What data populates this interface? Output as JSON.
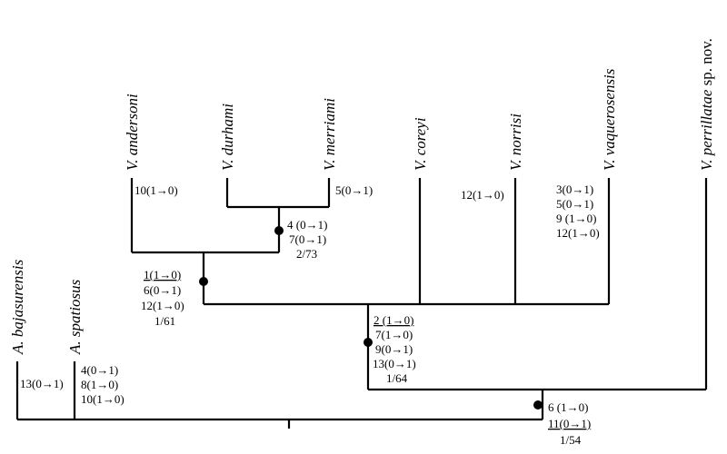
{
  "taxa": {
    "bajasurensis": {
      "genus": "A.",
      "species": "bajasurensis",
      "suffix": ""
    },
    "spatiosus": {
      "genus": "A.",
      "species": "spatiosus",
      "suffix": ""
    },
    "andersoni": {
      "genus": "V.",
      "species": "andersoni",
      "suffix": ""
    },
    "durhami": {
      "genus": "V.",
      "species": "durhami",
      "suffix": ""
    },
    "merriami": {
      "genus": "V.",
      "species": "merriami",
      "suffix": ""
    },
    "coreyi": {
      "genus": "V.",
      "species": "coreyi",
      "suffix": ""
    },
    "norrisi": {
      "genus": "V.",
      "species": "norrisi",
      "suffix": ""
    },
    "vaquerosensis": {
      "genus": "V.",
      "species": "vaquerosensis",
      "suffix": ""
    },
    "perrillatae": {
      "genus": "V.",
      "species": "perrillatae",
      "suffix": "sp. nov."
    }
  },
  "annotations": {
    "bajasurensis": [
      "13(0→1)"
    ],
    "spatiosus": [
      "4(0→1)",
      "8(1→0)",
      "10(1→0)"
    ],
    "andersoni": [
      "10(1→0)"
    ],
    "merriami": [
      "5(0→1)"
    ],
    "norrisi": [
      "12(1→0)"
    ],
    "vaquerosensis": [
      "3(0→1)",
      "5(0→1)",
      "9 (1→0)",
      "12(1→0)"
    ],
    "durhami_merriami_node": [
      "4 (0→1)",
      "7(0→1)",
      "2/73"
    ],
    "andersoni_clade_node": [
      "1(1→0)",
      "6(0→1)",
      "12(1→0)",
      "1/61"
    ],
    "vaquerosia_node": [
      "2 (1→0)",
      "7(1→0)",
      "9(0→1)",
      "13(0→1)",
      "1/64"
    ],
    "root_clade_node": [
      "6 (1→0)",
      "11(0→1)",
      "1/54"
    ]
  }
}
